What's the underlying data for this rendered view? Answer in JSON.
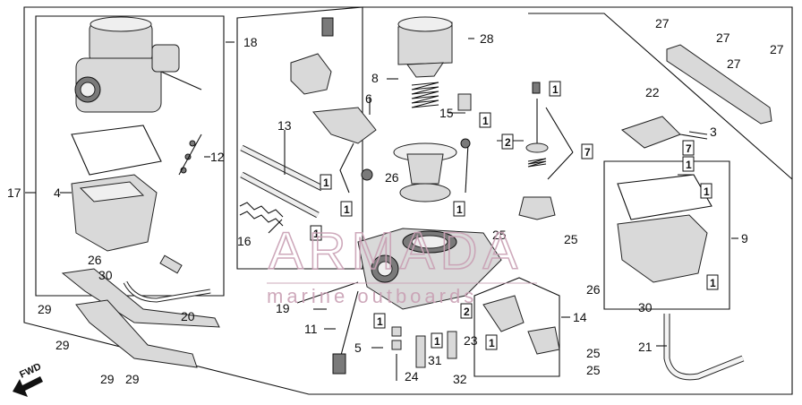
{
  "callouts": {
    "n1_a": "1",
    "n1_b": "1",
    "n1_c": "1",
    "n1_d": "1",
    "n1_e": "1",
    "n1_f": "1",
    "n1_g": "1",
    "n1_h": "1",
    "n1_i": "1",
    "n1_j": "1",
    "n1_k": "1",
    "n2_a": "2",
    "n2_b": "2",
    "n3": "3",
    "n4": "4",
    "n5": "5",
    "n6": "6",
    "n7_a": "7",
    "n7_b": "7",
    "n8": "8",
    "n9": "9",
    "n11": "11",
    "n12": "12",
    "n13": "13",
    "n14": "14",
    "n15": "15",
    "n16": "16",
    "n17": "17",
    "n18": "18",
    "n19": "19",
    "n20": "20",
    "n21": "21",
    "n22": "22",
    "n23": "23",
    "n24": "24",
    "n25_a": "25",
    "n25_b": "25",
    "n25_c": "25",
    "n25_d": "25",
    "n26_a": "26",
    "n26_b": "26",
    "n26_c": "26",
    "n27_a": "27",
    "n27_b": "27",
    "n27_c": "27",
    "n27_d": "27",
    "n28": "28",
    "n29_a": "29",
    "n29_b": "29",
    "n29_c": "29",
    "n29_d": "29",
    "n30_a": "30",
    "n30_b": "30",
    "n31": "31",
    "n32": "32",
    "fwd": "FWD"
  },
  "watermark": {
    "brand": "ARMADA",
    "tagline": "marine outboards"
  }
}
